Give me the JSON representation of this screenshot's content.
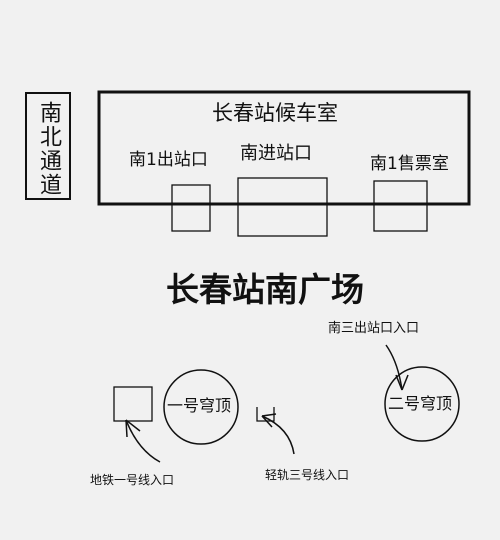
{
  "corridor": {
    "label": "南北通道"
  },
  "building": {
    "title": "长春站候车室",
    "south_exit_1": "南1出站口",
    "south_entrance": "南进站口",
    "south_ticket_office": "南1售票室"
  },
  "square": {
    "title": "长春站南广场"
  },
  "markers": {
    "metro_dome": "一号穹顶",
    "metro_entrance": "地铁一号线入口",
    "light_rail_entrance": "轻轨三号线入口",
    "dome_2": "二号穹顶",
    "south_3_exit": "南三出站口入口"
  },
  "colors": {
    "ink": "#111111",
    "background": "#f1f1f1"
  }
}
